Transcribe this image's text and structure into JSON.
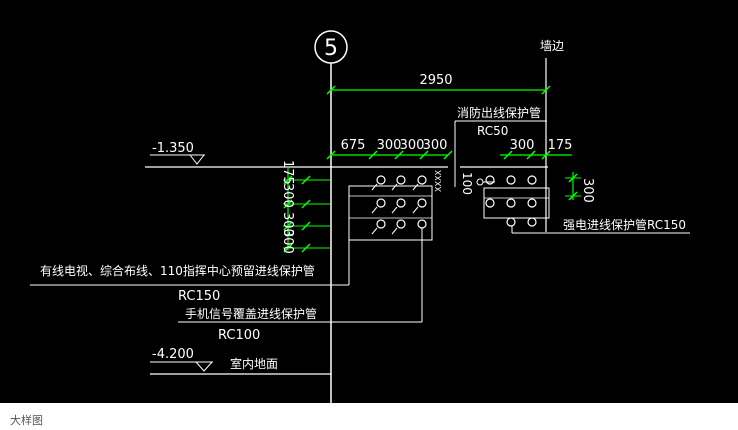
{
  "drawing": {
    "axis_label": "5",
    "wall_edge_label": "墙边",
    "dim_total": "2950",
    "dims_left": [
      "675",
      "300",
      "300",
      "300"
    ],
    "dims_right": [
      "300",
      "175"
    ],
    "dims_vertical_left": [
      "175",
      "300",
      "300",
      "300"
    ],
    "dim_vertical_right": "300",
    "dim_middle": "100",
    "elevation_top": "-1.350",
    "elevation_bottom": "-4.200",
    "label_fire_conduit": "消防出线保护管",
    "label_fire_size": "RC50",
    "label_power_conduit": "强电进线保护管RC150",
    "label_tv_conduit": "有线电视、综合布线、110指挥中心预留进线保护管",
    "label_tv_size": "RC150",
    "label_mobile_conduit": "手机信号覆盖进线保护管",
    "label_mobile_size": "RC100",
    "label_floor": "室内地面",
    "line_color": "#ffffff",
    "dim_color": "#00ff00"
  },
  "caption": "大样图"
}
